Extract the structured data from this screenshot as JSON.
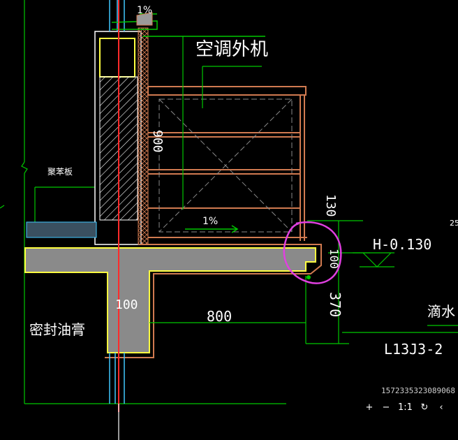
{
  "labels": {
    "ac_unit": "空调外机",
    "slope_top": "1%",
    "slope_mid": "1%",
    "dim_900": "900",
    "dim_130": "130",
    "dim_100_right": "100",
    "dim_100_left": "100",
    "dim_800": "800",
    "dim_370": "370",
    "elevation": "H-0.130",
    "drip": "滴水",
    "reference": "L13J3-2",
    "sealant": "密封油膏",
    "small_label": "聚苯板"
  },
  "viewer": {
    "zoom_in": "+",
    "zoom_out": "−",
    "actual_size": "1:1",
    "rotate": "↻",
    "back": "‹",
    "image_id": "1572335323089068",
    "edge_text": "25"
  },
  "colors": {
    "background": "#000000",
    "line_green": "#00c800",
    "line_red": "#ff2a2a",
    "line_brown": "#d07a50",
    "concrete_fill": "#8a8a8a",
    "yellow": "#ffff40",
    "annotation_magenta": "#e040e0",
    "cyan": "#40c8ff"
  }
}
